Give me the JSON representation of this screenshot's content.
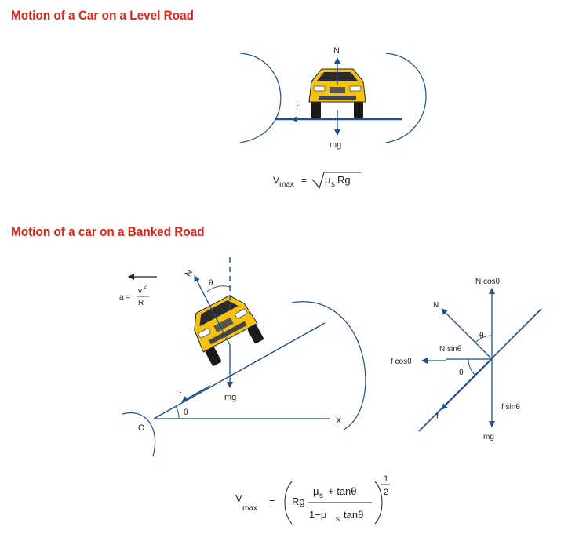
{
  "section1": {
    "title": "Motion of a Car on a Level Road",
    "labels": {
      "normal": "N",
      "friction": "f",
      "weight": "mg"
    },
    "formula": {
      "lhs": "V",
      "lhs_sub": "max",
      "eq": "=",
      "mu": "μ",
      "mu_sub": "s",
      "tail": "Rg"
    }
  },
  "section2": {
    "title": "Motion of a car on a Banked Road",
    "labels": {
      "normal": "N",
      "theta_top": "θ",
      "theta_base": "θ",
      "weight": "mg",
      "friction": "f",
      "origin": "O",
      "x_axis": "X",
      "accel_a": "a =",
      "accel_num": "v",
      "accel_exp": "2",
      "accel_den": "R"
    },
    "fbd": {
      "n_cos": "N cosθ",
      "n": "N",
      "theta1": "θ",
      "n_sin": "N sinθ",
      "f_cos": "f cosθ",
      "theta2": "θ",
      "f_sin": "f sinθ",
      "f": "f",
      "mg": "mg"
    },
    "formula": {
      "lhs": "V",
      "lhs_sub": "max",
      "eq": "=",
      "rg": "Rg",
      "num_mu": "μ",
      "num_sub": "s",
      "num_rest": "+ tanθ",
      "den_pre": "1−μ",
      "den_sub": "s",
      "den_rest": "tanθ",
      "exp_num": "1",
      "exp_den": "2"
    }
  },
  "colors": {
    "heading": "#e2231a",
    "line": "#1f4e8c",
    "car_body": "#f5c211",
    "car_glass": "#2b2b2b",
    "text": "#222222"
  }
}
